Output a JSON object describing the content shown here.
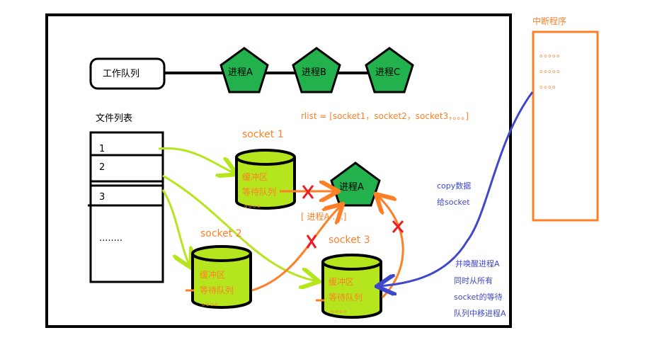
{
  "interrupt": {
    "title": "中断程序",
    "dots": [
      "。。。。。",
      "。。。。。",
      "。。。。"
    ]
  },
  "work_queue": {
    "label": "工作队列",
    "processes": [
      "进程A",
      "进程B",
      "进程C"
    ]
  },
  "file_list": {
    "title": "文件列表",
    "rows": [
      "1",
      "2",
      "3",
      "........"
    ]
  },
  "rlist": "rlist = [socket1，socket2，socket3，。。。]",
  "sockets": [
    {
      "name": "socket 1",
      "buffer": "缓冲区",
      "queue": "等待队列",
      "dots": "。。。。"
    },
    {
      "name": "socket 2",
      "buffer": "缓冲区",
      "queue": "等待队列",
      "dots": "。。。。"
    },
    {
      "name": "socket 3",
      "buffer": "缓冲区",
      "queue": "等待队列",
      "dots": "。。。。"
    }
  ],
  "center_process": "进程A",
  "queue_entry": "[ 进程A ....]",
  "notes": {
    "copy": [
      "copy数据",
      "给socket"
    ],
    "wake": [
      "并唤醒进程A",
      "同时从所有",
      "socket的等待",
      "队列中移进程A"
    ]
  },
  "colors": {
    "frame": "#000000",
    "process": "#22b14c",
    "socket": "#b5e61d",
    "orange": "#ff7f27",
    "blue": "#3f48cc",
    "red": "#ed1c24"
  }
}
